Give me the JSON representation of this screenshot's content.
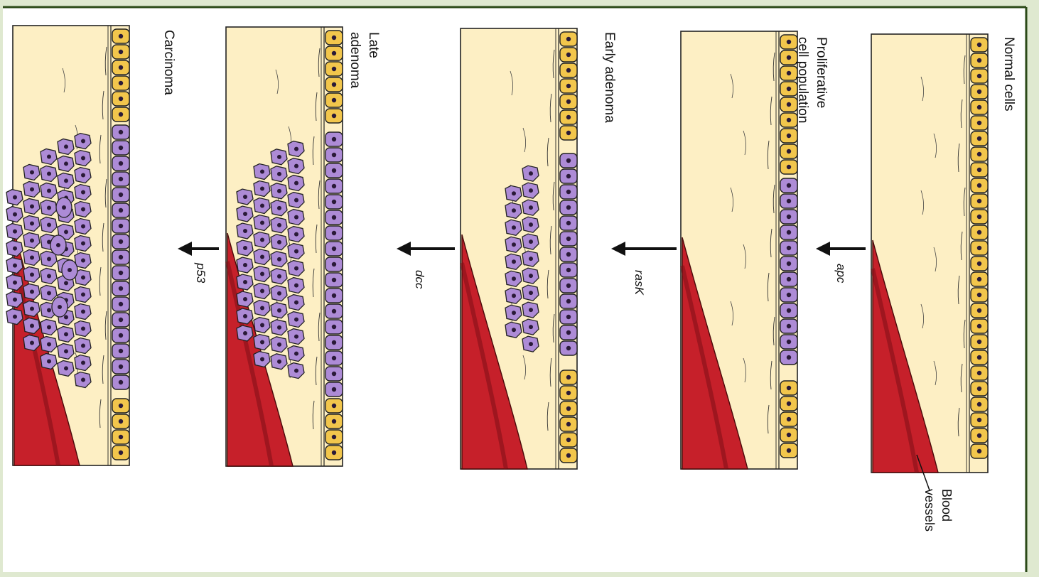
{
  "stages": [
    {
      "lines": [
        "Normal cells"
      ]
    },
    {
      "lines": [
        "Proliferative",
        "cell population"
      ]
    },
    {
      "lines": [
        "Early adenoma"
      ]
    },
    {
      "lines": [
        "Late",
        "adenoma"
      ]
    },
    {
      "lines": [
        "Carcinoma"
      ]
    }
  ],
  "mutations": [
    "apc",
    "rasK",
    "dcc",
    "p53"
  ],
  "callout": {
    "lines": [
      "Blood",
      "vessels"
    ]
  },
  "colors": {
    "epithelium_normal": "#f2c64c",
    "epithelium_abnormal": "#ad8bd6",
    "tissue": "#fdefc4",
    "vessel": "#c6202a",
    "frame": "#2b4a18",
    "background": "#dfe9d0"
  }
}
